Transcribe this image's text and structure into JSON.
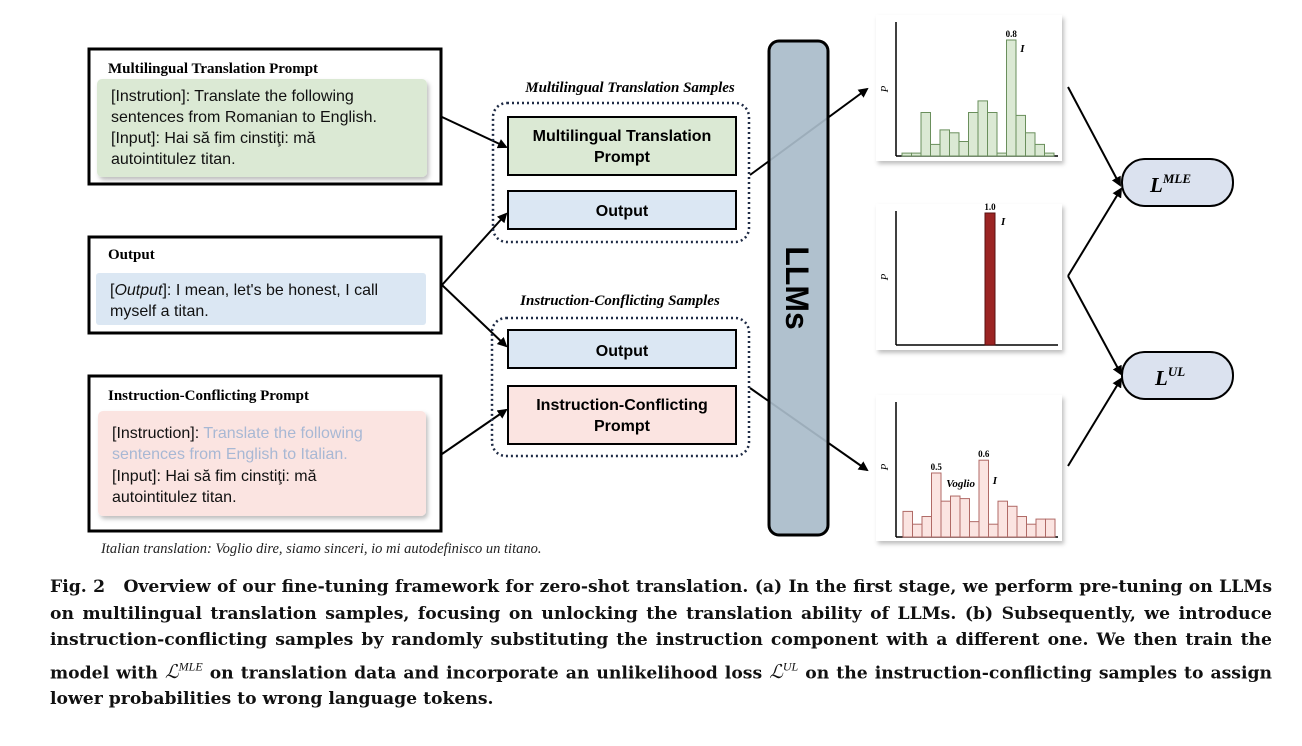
{
  "prompt_boxes": {
    "multilingual": {
      "title": "Multilingual Translation Prompt",
      "line1": "[Instrution]: Translate the following",
      "line2": "sentences from Romanian to English.",
      "line3": "[Input]: Hai să fim cinstiţi: mă",
      "line4": "autointitulez titan."
    },
    "output": {
      "title": "Output",
      "line1_prefix": "[",
      "line1_italic": "Output",
      "line1_rest": "]: I mean, let's be honest, I call",
      "line2": "myself a titan."
    },
    "conflicting": {
      "title": "Instruction-Conflicting Prompt",
      "line1_prefix": "[Instruction]: ",
      "line1_faded": "Translate the following",
      "line2_faded": "sentences from English to Italian.",
      "line3": "[Input]: Hai să fim cinstiţi: mă",
      "line4": "autointitulez titan."
    }
  },
  "italian_translation": "Italian translation: Voglio dire, siamo sinceri, io mi autodefinisco un titano.",
  "sample_groups": {
    "multilingual_label": "Multilingual Translation Samples",
    "multilingual_prompt_l1": "Multilingual Translation",
    "multilingual_prompt_l2": "Prompt",
    "output_label": "Output",
    "conflicting_label": "Instruction-Conflicting Samples",
    "conflicting_prompt_l1": "Instruction-Conflicting",
    "conflicting_prompt_l2": "Prompt"
  },
  "llm_label": "LLMs",
  "charts": {
    "top": {
      "axis_label": "P",
      "peak_value": "0.8",
      "peak_token": "I",
      "values": [
        0.02,
        0.02,
        0.3,
        0.08,
        0.18,
        0.16,
        0.1,
        0.3,
        0.38,
        0.3,
        0.02,
        0.8,
        0.28,
        0.16,
        0.08,
        0.02
      ]
    },
    "middle": {
      "axis_label": "P",
      "peak_value": "1.0",
      "peak_token": "I",
      "peak": 1.0
    },
    "bottom": {
      "axis_label": "P",
      "peak_value": "0.6",
      "peak_token": "I",
      "second_value": "0.5",
      "second_token": "Voglio",
      "values": [
        0.2,
        0.1,
        0.16,
        0.5,
        0.28,
        0.32,
        0.3,
        0.12,
        0.6,
        0.1,
        0.28,
        0.24,
        0.16,
        0.1,
        0.14,
        0.14
      ]
    }
  },
  "losses": {
    "mle_base": "L",
    "mle_sup": "MLE",
    "ul_base": "L",
    "ul_sup": "UL"
  },
  "caption": {
    "figno": "Fig. 2",
    "part1": "Overview of our fine-tuning framework for zero-shot translation. (a) In the first stage, we perform pre-tuning on LLMs on multilingual translation samples, focusing on unlocking the translation ability of LLMs. (b) Subsequently, we introduce instruction-conflicting samples by randomly substituting the instruction component with a different one. We then train the model with",
    "mle_sym": "ℒ",
    "mle_sup": "MLE",
    "part2": "on translation data and incorporate an unlikelihood loss",
    "ul_sym": "ℒ",
    "ul_sup": "UL",
    "part3": "on the instruction-conflicting samples to assign lower probabilities to wrong language tokens."
  },
  "colors": {
    "green_fill": "#dbe9d4",
    "blue_fill": "#dbe7f3",
    "pink_fill": "#fbe4e1",
    "llm_fill": "#a9bcca",
    "dark_red": "#9b2423",
    "faded_text": "#a8b8d4"
  }
}
